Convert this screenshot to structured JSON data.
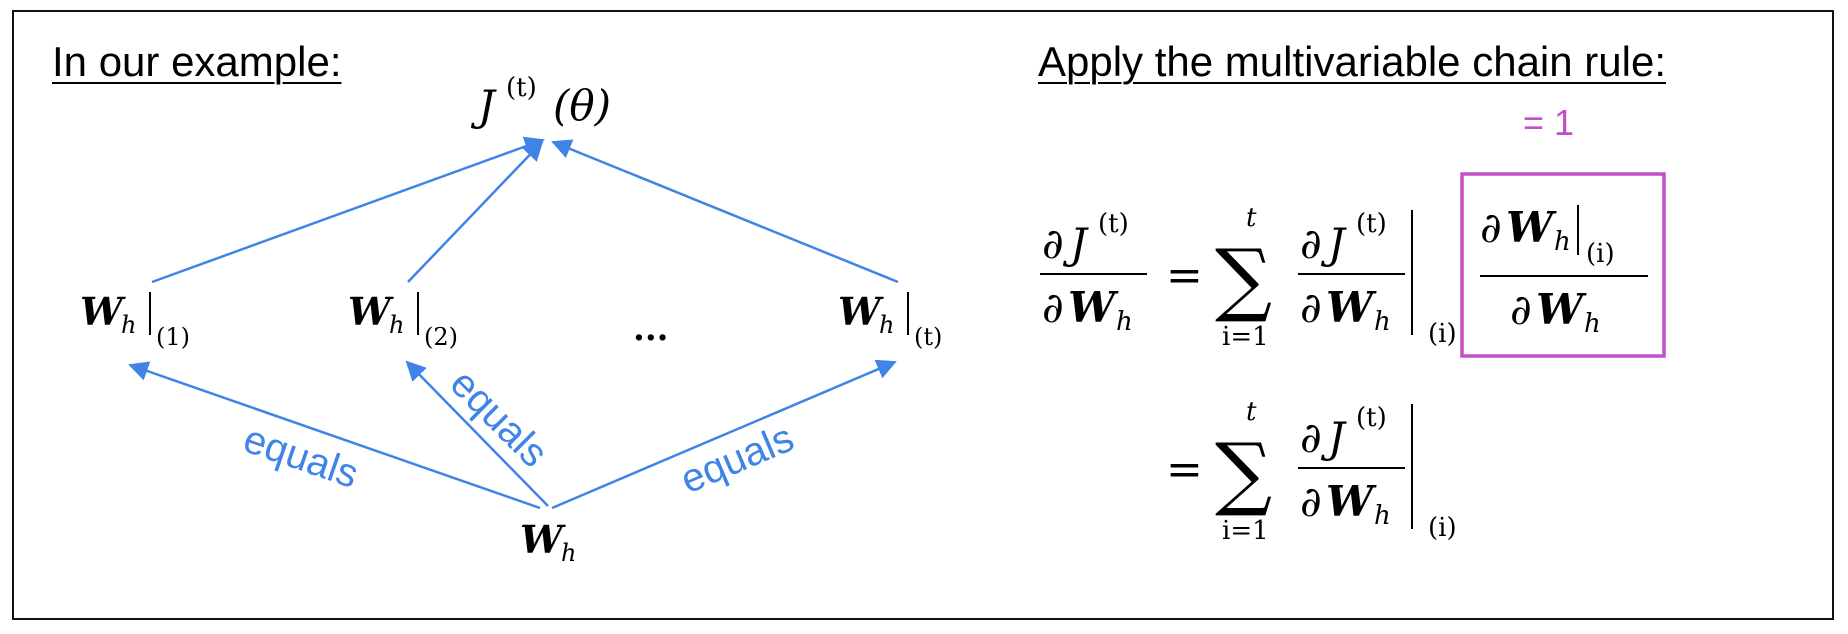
{
  "left_heading": "In our example:",
  "right_heading": "Apply the multivariable chain rule:",
  "annotation_equals_one": "= 1",
  "edge_label": "equals",
  "colors": {
    "arrow_blue": "#3f84e6",
    "highlight_purple": "#c04fc9",
    "text": "#000000"
  },
  "diagram": {
    "top_node": {
      "symbol": "J",
      "superscript": "(t)",
      "argument": "(θ)"
    },
    "nodes": [
      {
        "symbol": "W",
        "subscript": "h",
        "eval_subscript": "(1)"
      },
      {
        "symbol": "W",
        "subscript": "h",
        "eval_subscript": "(2)"
      },
      {
        "symbol": "W",
        "subscript": "h",
        "eval_subscript": "(t)"
      }
    ],
    "ellipsis": "...",
    "bottom_node": {
      "symbol": "W",
      "subscript": "h"
    }
  },
  "equations": {
    "partial": "∂",
    "J": "J",
    "t_sup": "(t)",
    "W": "W",
    "h": "h",
    "sum_symbol": "∑",
    "sum_upper": "t",
    "sum_lower": "i=1",
    "eval_at": "(i)",
    "equals": "="
  }
}
